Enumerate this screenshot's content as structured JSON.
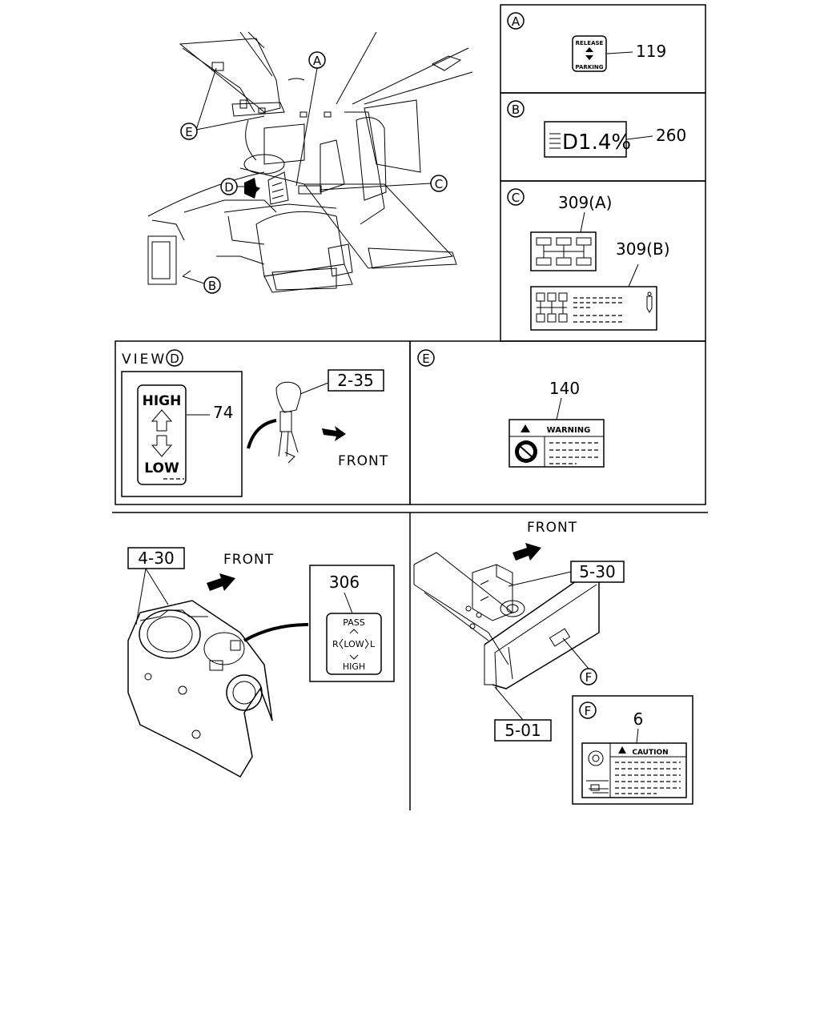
{
  "callouts": {
    "A": "A",
    "B": "B",
    "C": "C",
    "D": "D",
    "E": "E",
    "F": "F"
  },
  "panel_a": {
    "part": "119",
    "label_top": "RELEASE",
    "label_bottom": "PARKING"
  },
  "panel_b": {
    "part": "260",
    "display": "D1.4%"
  },
  "panel_c": {
    "part_a": "309(A)",
    "part_b": "309(B)"
  },
  "view_d": {
    "title": "VIEW",
    "part_label": "74",
    "high": "HIGH",
    "low": "LOW",
    "part_lever": "2-35",
    "front": "FRONT"
  },
  "panel_e": {
    "part": "140",
    "warning": "WARNING"
  },
  "lower_left": {
    "part_box": "4-30",
    "front": "FRONT",
    "part_label": "306",
    "pass": "PASS",
    "r": "R",
    "low": "LOW",
    "l": "L",
    "high": "HIGH"
  },
  "lower_right": {
    "front": "FRONT",
    "part_top": "5-30",
    "part_bottom": "5-01",
    "part_label": "6",
    "caution": "CAUTION"
  }
}
